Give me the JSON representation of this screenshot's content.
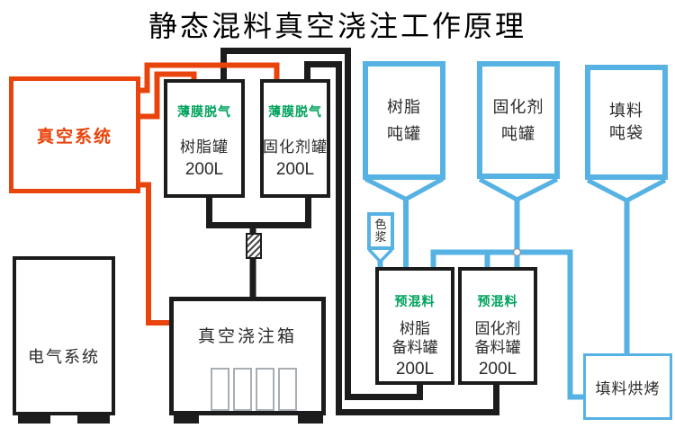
{
  "title": "静态混料真空浇注工作原理",
  "colors": {
    "orange": "#e8440c",
    "blue": "#57b2e4",
    "green": "#00a35c",
    "line": "#1c1c1c",
    "text": "#2b2b2b"
  },
  "boxes": {
    "vacuum_system": {
      "label": "真空系统"
    },
    "electrical_system": {
      "label": "电气系统"
    },
    "degas_resin_tank": {
      "header": "薄膜脱气",
      "name": "树脂罐",
      "capacity": "200L"
    },
    "degas_hardener_tank": {
      "header": "薄膜脱气",
      "name": "固化剂罐",
      "capacity": "200L"
    },
    "resin_ton_tank": {
      "line1": "树脂",
      "line2": "吨罐"
    },
    "hardener_ton_tank": {
      "line1": "固化剂",
      "line2": "吨罐"
    },
    "filler_ton_bag": {
      "line1": "填料",
      "line2": "吨袋"
    },
    "color_paste": {
      "label": "色浆"
    },
    "premix_resin_tank": {
      "header": "预混料",
      "name_line1": "树脂",
      "name_line2": "备料罐",
      "capacity": "200L"
    },
    "premix_hardener_tank": {
      "header": "预混料",
      "name_line1": "固化剂",
      "name_line2": "备料罐",
      "capacity": "200L"
    },
    "vacuum_casting_box": {
      "label": "真空浇注箱"
    },
    "filler_baking": {
      "label": "填料烘烤"
    }
  }
}
